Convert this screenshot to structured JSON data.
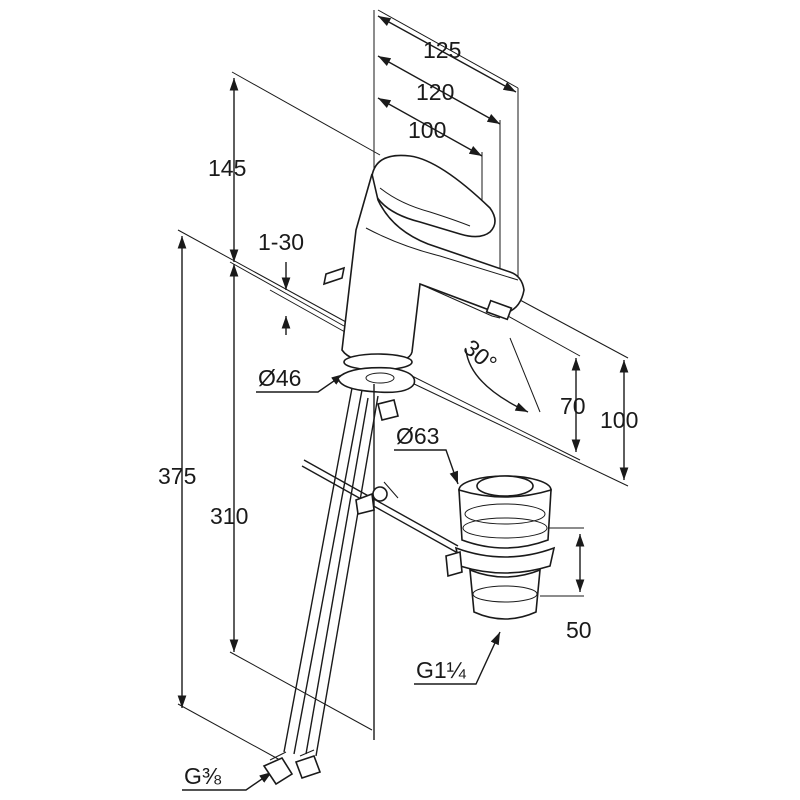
{
  "drawing": {
    "dimensions": {
      "spout_reach_125": "125",
      "spout_reach_120": "120",
      "spout_reach_100": "100",
      "height_145": "145",
      "deck_thickness": "1-30",
      "base_diameter": "Ø46",
      "swivel_angle": "30°",
      "spout_height_70": "70",
      "spout_height_100": "100",
      "height_375": "375",
      "height_310": "310",
      "waste_diameter": "Ø63",
      "waste_height": "50",
      "waste_thread": "G1¼",
      "hose_thread": "G⅜"
    }
  }
}
